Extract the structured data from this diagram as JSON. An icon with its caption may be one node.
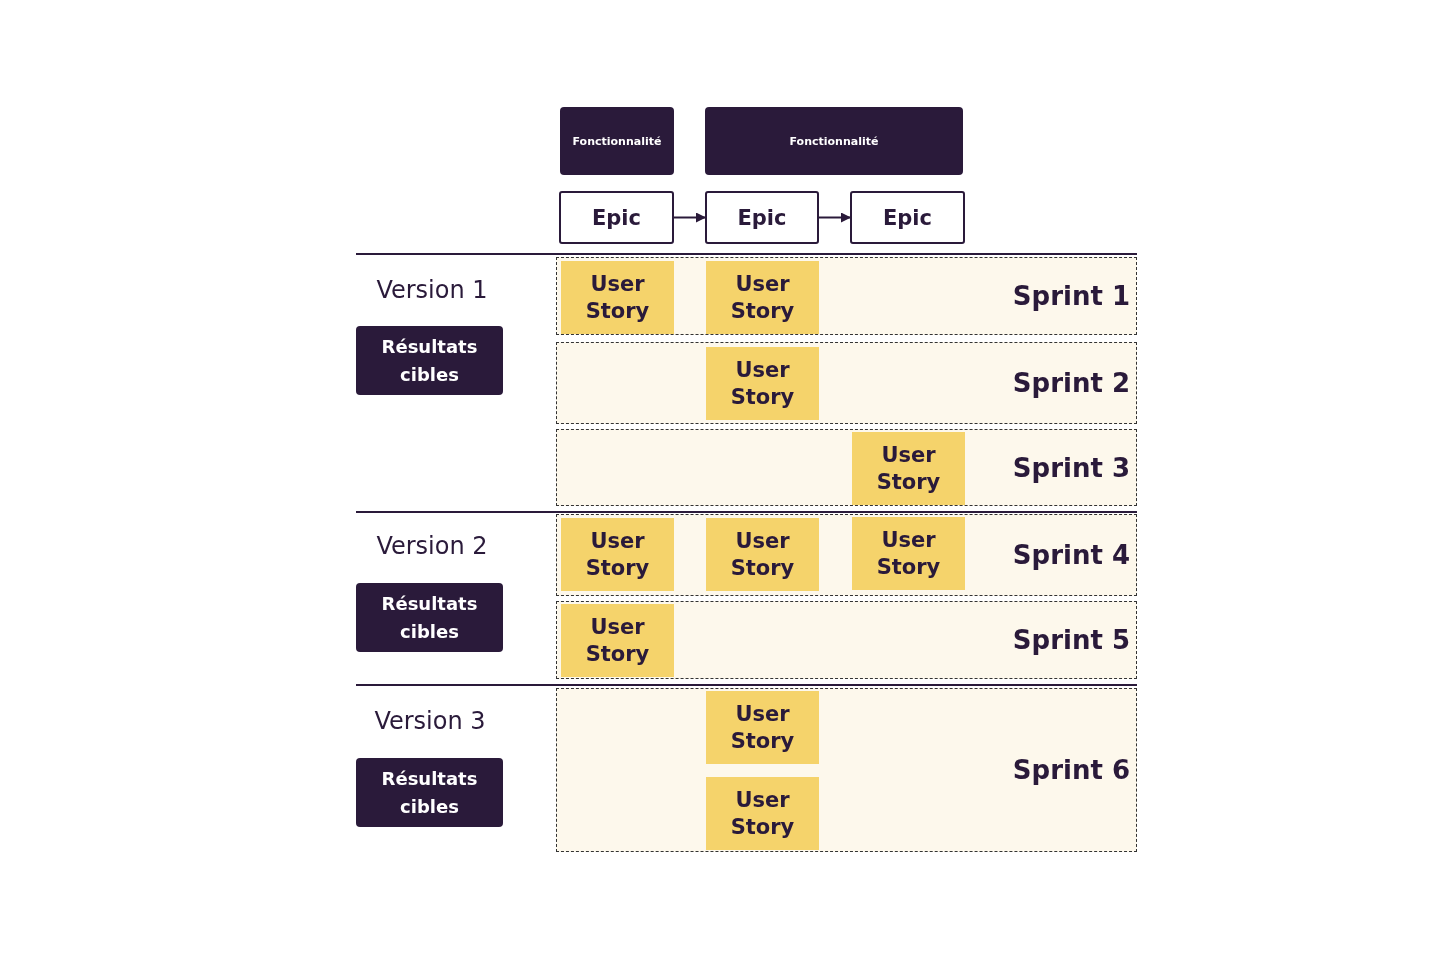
{
  "diagram": {
    "nodes": [
      {
        "text": [
          "Fonctionnalité"
        ]
      },
      {
        "text": [
          "Fonctionnalité"
        ]
      },
      {
        "text": [
          "Epic"
        ]
      },
      {
        "text": [
          "Epic"
        ]
      },
      {
        "text": [
          "Epic"
        ]
      },
      {
        "text": [
          "Résultats cibles"
        ]
      },
      {
        "text": [
          "Sprint 1"
        ]
      },
      {
        "text": [
          "User Story"
        ],
        "in": 6
      },
      {
        "text": [
          "User Story"
        ],
        "in": 6
      },
      {
        "text": [
          "Sprint 2"
        ]
      },
      {
        "text": [
          "User Story"
        ],
        "in": 9
      },
      {
        "text": [
          "Sprint 3"
        ]
      },
      {
        "text": [
          "User Story"
        ],
        "in": 11
      },
      {
        "text": [
          "Résultats cibles"
        ]
      },
      {
        "text": [
          "Sprint 4"
        ]
      },
      {
        "text": [
          "User Story"
        ],
        "in": 14
      },
      {
        "text": [
          "User Story"
        ],
        "in": 14
      },
      {
        "text": [
          "User Story"
        ],
        "in": 14
      },
      {
        "text": [
          "Sprint 5"
        ]
      },
      {
        "text": [
          "User Story"
        ],
        "in": 18
      },
      {
        "text": [
          "Résultats cibles"
        ]
      },
      {
        "text": [
          "Sprint 6"
        ]
      },
      {
        "text": [
          "User Story"
        ],
        "in": 21
      },
      {
        "text": [
          "User Story"
        ],
        "in": 21
      }
    ],
    "edges": [
      {
        "from": 2,
        "to": 3,
        "arrow": "to"
      },
      {
        "from": 3,
        "to": 4,
        "arrow": "to"
      }
    ],
    "labels": [
      "Version 1",
      "Version 2",
      "Version 3"
    ]
  }
}
